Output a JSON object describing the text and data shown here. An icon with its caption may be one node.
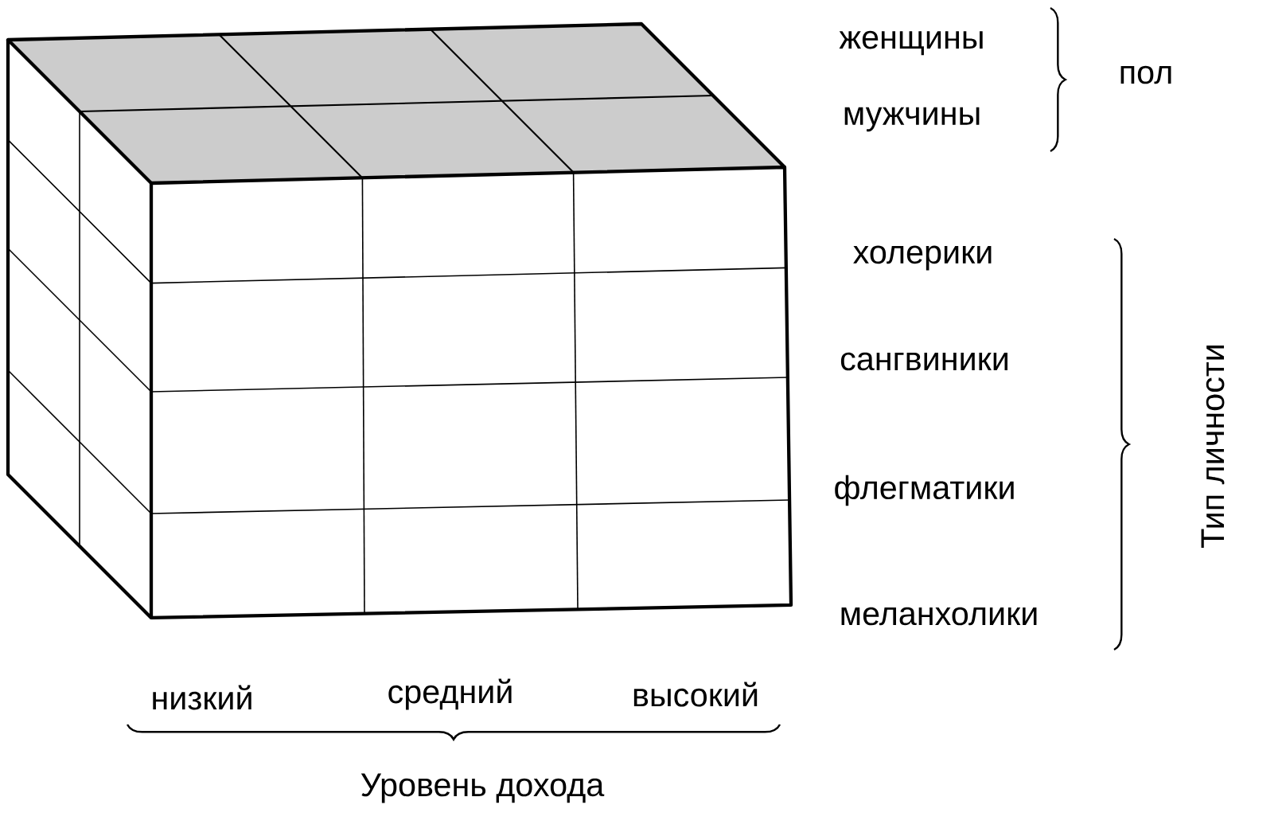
{
  "diagram": {
    "labels": [
      "женщины",
      "пол",
      "мужчины",
      "холерики",
      "сангвиники",
      "Тип личности",
      "флегматики",
      "меланхолики",
      "низкий",
      "средний",
      "высокий",
      "Уровень дохода"
    ]
  }
}
